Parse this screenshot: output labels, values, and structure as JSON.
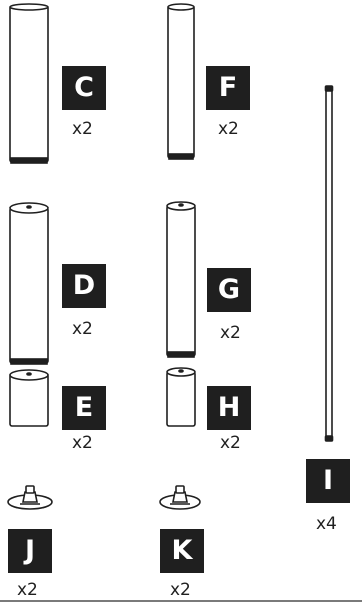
{
  "parts": {
    "C": {
      "letter": "C",
      "qty": "x2"
    },
    "F": {
      "letter": "F",
      "qty": "x2"
    },
    "D": {
      "letter": "D",
      "qty": "x2"
    },
    "G": {
      "letter": "G",
      "qty": "x2"
    },
    "E": {
      "letter": "E",
      "qty": "x2"
    },
    "H": {
      "letter": "H",
      "qty": "x2"
    },
    "I": {
      "letter": "I",
      "qty": "x4"
    },
    "J": {
      "letter": "J",
      "qty": "x2"
    },
    "K": {
      "letter": "K",
      "qty": "x2"
    }
  },
  "colors": {
    "ink": "#1f1f1f",
    "label_bg": "#1f1f1f",
    "label_text": "#ffffff",
    "rule": "#7a7a7a"
  }
}
